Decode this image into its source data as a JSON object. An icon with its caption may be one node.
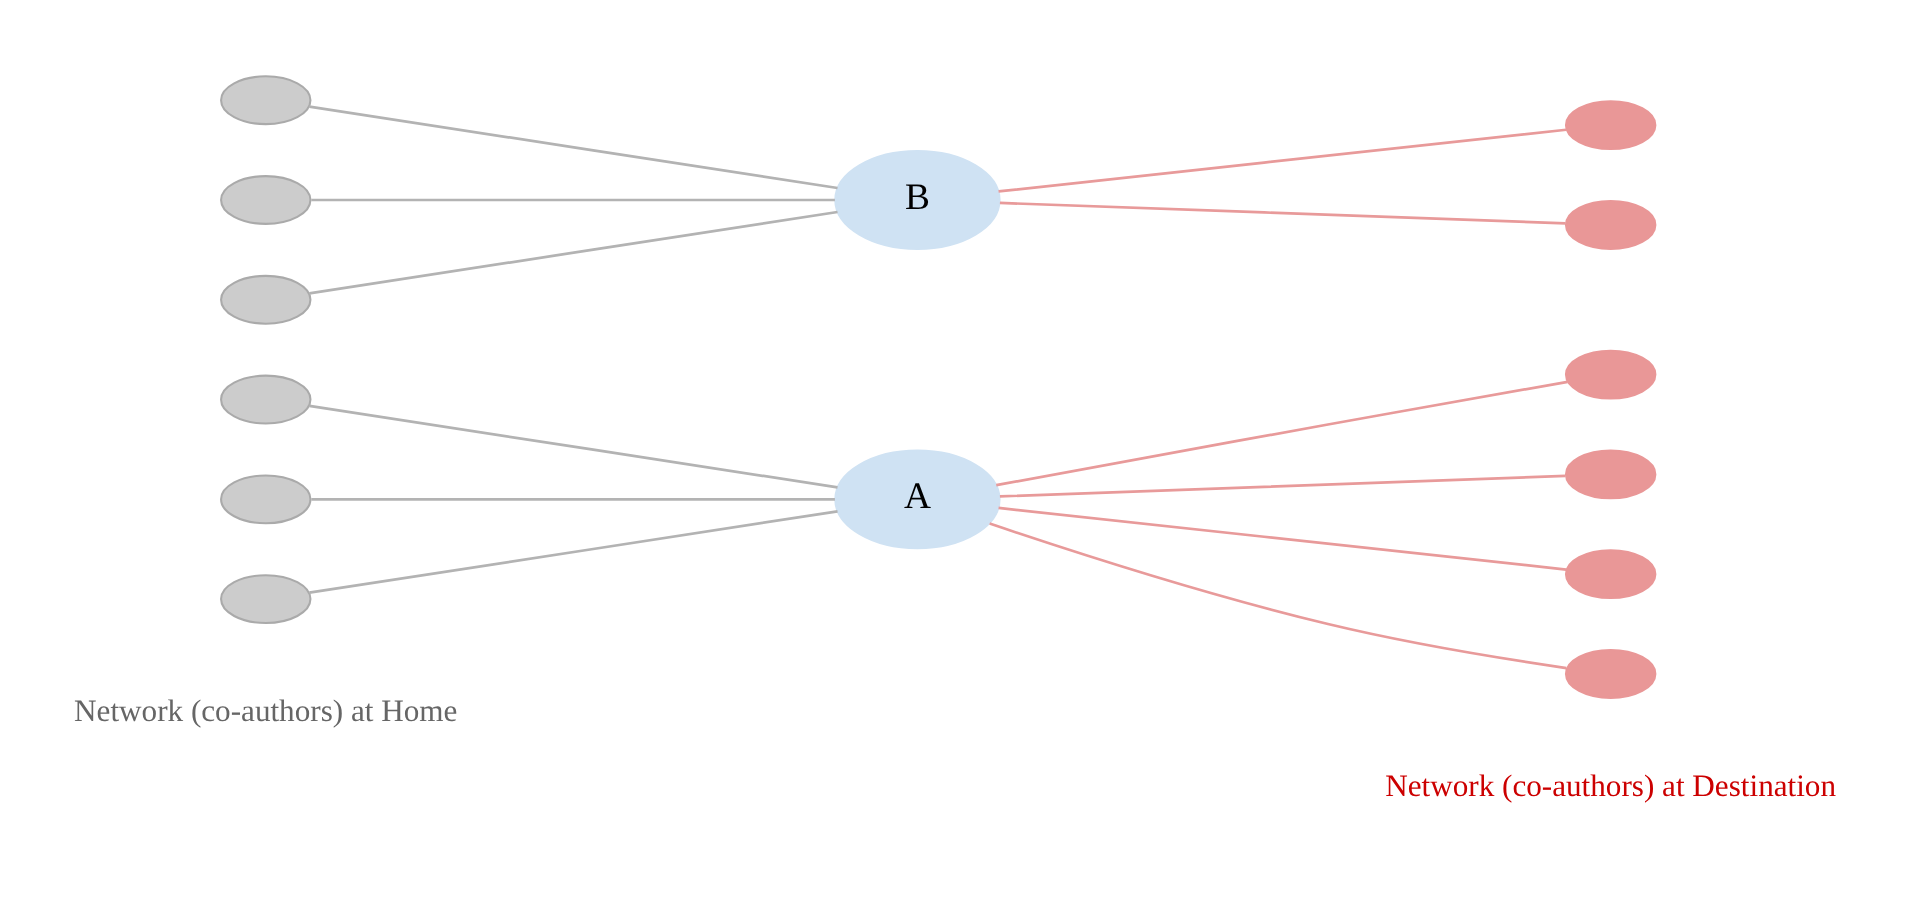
{
  "diagram": {
    "nodes": [
      {
        "text": [],
        "shape": "circle"
      },
      {
        "text": [],
        "shape": "circle"
      },
      {
        "text": [],
        "shape": "circle"
      },
      {
        "text": [
          "A"
        ]
      },
      {
        "text": [],
        "shape": "circle"
      },
      {
        "text": [],
        "shape": "circle"
      },
      {
        "text": [],
        "shape": "circle"
      },
      {
        "text": [],
        "shape": "circle"
      },
      {
        "text": [],
        "shape": "circle"
      },
      {
        "text": [],
        "shape": "circle"
      },
      {
        "text": [],
        "shape": "circle"
      },
      {
        "text": [
          "B"
        ]
      },
      {
        "text": [],
        "shape": "circle"
      },
      {
        "text": [],
        "shape": "circle"
      }
    ],
    "edges": [
      {
        "from": 0,
        "to": 3,
        "arrow": "none",
        "color": "#b3b3b3"
      },
      {
        "from": 1,
        "to": 3,
        "arrow": "none",
        "color": "#b3b3b3"
      },
      {
        "from": 2,
        "to": 3,
        "arrow": "none",
        "color": "#b3b3b3"
      },
      {
        "from": 3,
        "to": 4,
        "arrow": "none",
        "color": "#e89a9a"
      },
      {
        "from": 3,
        "to": 5,
        "arrow": "none",
        "color": "#e89a9a"
      },
      {
        "from": 3,
        "to": 6,
        "arrow": "none",
        "color": "#e89a9a"
      },
      {
        "from": 3,
        "to": 7,
        "arrow": "none",
        "color": "#e89a9a"
      },
      {
        "from": 8,
        "to": 11,
        "arrow": "none",
        "color": "#b3b3b3"
      },
      {
        "from": 9,
        "to": 11,
        "arrow": "none",
        "color": "#b3b3b3"
      },
      {
        "from": 10,
        "to": 11,
        "arrow": "none",
        "color": "#b3b3b3"
      },
      {
        "from": 11,
        "to": 12,
        "arrow": "none",
        "color": "#e89a9a"
      },
      {
        "from": 11,
        "to": 13,
        "arrow": "none",
        "color": "#e89a9a"
      }
    ],
    "labels": [
      "Network (co-authors) at Home",
      "Network (co-authors) at Destination"
    ]
  }
}
